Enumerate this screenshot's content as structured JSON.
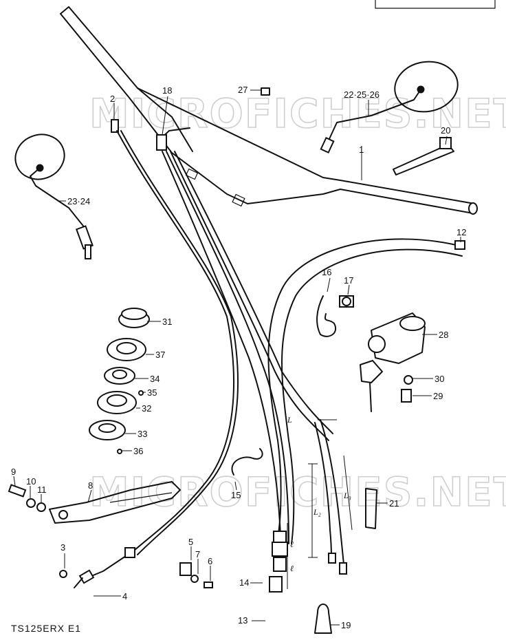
{
  "model": "TS125ERX E1",
  "watermark": "MICROFICHES.NET",
  "parts": [
    {
      "id": "p1",
      "label": "1"
    },
    {
      "id": "p2",
      "label": "2"
    },
    {
      "id": "p3",
      "label": "3"
    },
    {
      "id": "p4",
      "label": "4"
    },
    {
      "id": "p5",
      "label": "5"
    },
    {
      "id": "p6",
      "label": "6"
    },
    {
      "id": "p7",
      "label": "7"
    },
    {
      "id": "p8",
      "label": "8"
    },
    {
      "id": "p9",
      "label": "9"
    },
    {
      "id": "p10",
      "label": "10"
    },
    {
      "id": "p11",
      "label": "11"
    },
    {
      "id": "p12",
      "label": "12"
    },
    {
      "id": "p13",
      "label": "13"
    },
    {
      "id": "p14",
      "label": "14"
    },
    {
      "id": "p15",
      "label": "15"
    },
    {
      "id": "p16",
      "label": "16"
    },
    {
      "id": "p17",
      "label": "17"
    },
    {
      "id": "p18",
      "label": "18"
    },
    {
      "id": "p19",
      "label": "19"
    },
    {
      "id": "p20",
      "label": "20"
    },
    {
      "id": "p21",
      "label": "21"
    },
    {
      "id": "p22",
      "label": "22·25·26"
    },
    {
      "id": "p23",
      "label": "23·24"
    },
    {
      "id": "p27",
      "label": "27"
    },
    {
      "id": "p28",
      "label": "28"
    },
    {
      "id": "p29",
      "label": "29"
    },
    {
      "id": "p30",
      "label": "30"
    },
    {
      "id": "p31",
      "label": "31"
    },
    {
      "id": "p32",
      "label": "32"
    },
    {
      "id": "p33",
      "label": "33"
    },
    {
      "id": "p34",
      "label": "34"
    },
    {
      "id": "p35",
      "label": "35"
    },
    {
      "id": "p36",
      "label": "36"
    },
    {
      "id": "p37",
      "label": "37"
    }
  ],
  "dimensions": [
    {
      "id": "d1",
      "label": "L₂"
    },
    {
      "id": "d2",
      "label": "L₃"
    },
    {
      "id": "d3",
      "label": "ℓ"
    },
    {
      "id": "d4",
      "label": "ℓ"
    },
    {
      "id": "d5",
      "label": "L"
    }
  ]
}
